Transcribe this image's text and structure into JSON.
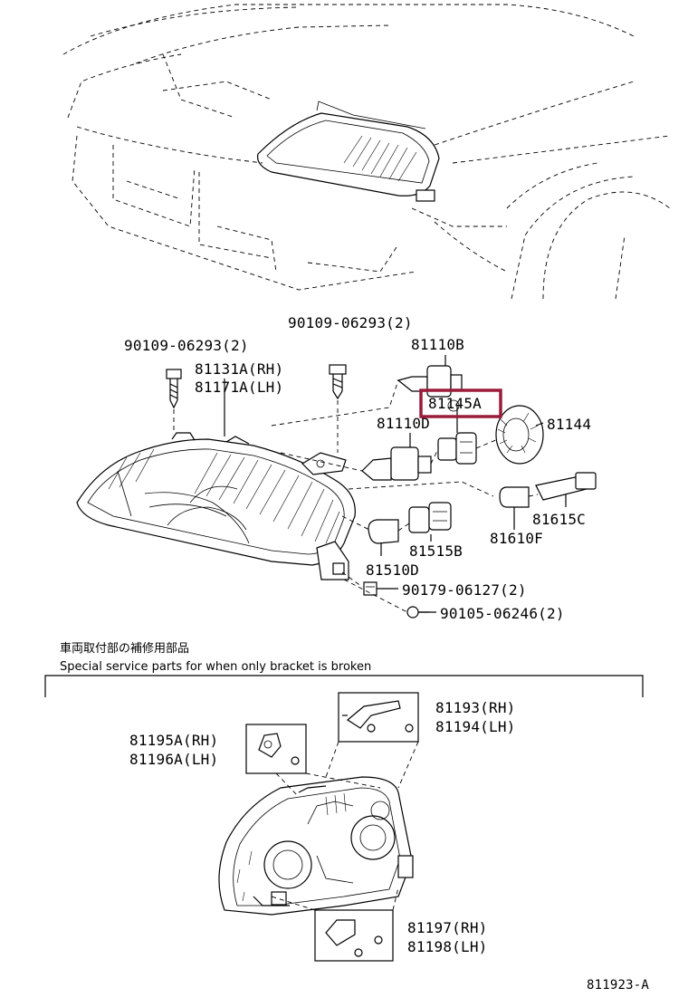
{
  "parts": {
    "p_90109_left": "90109-06293(2)",
    "p_90109_top": "90109-06293(2)",
    "p_81110B": "81110B",
    "p_81131A": "81131A(RH)",
    "p_81171A": "81171A(LH)",
    "p_81145A": "81145A",
    "p_81110D": "81110D",
    "p_81144": "81144",
    "p_81615C": "81615C",
    "p_81515B": "81515B",
    "p_81610F": "81610F",
    "p_81510D": "81510D",
    "p_90179": "90179-06127(2)",
    "p_90105": "90105-06246(2)",
    "p_81193": "81193(RH)",
    "p_81194": "81194(LH)",
    "p_81195A": "81195A(RH)",
    "p_81196A": "81196A(LH)",
    "p_81197": "81197(RH)",
    "p_81198": "81198(LH)"
  },
  "notes": {
    "jp": "車両取付部の補修用部品",
    "en": "Special  service  parts  for  when  only  bracket  is  broken"
  },
  "diagram_id": "811923-A",
  "highlight": {
    "part": "81145A",
    "color": "#9b1b3a"
  }
}
